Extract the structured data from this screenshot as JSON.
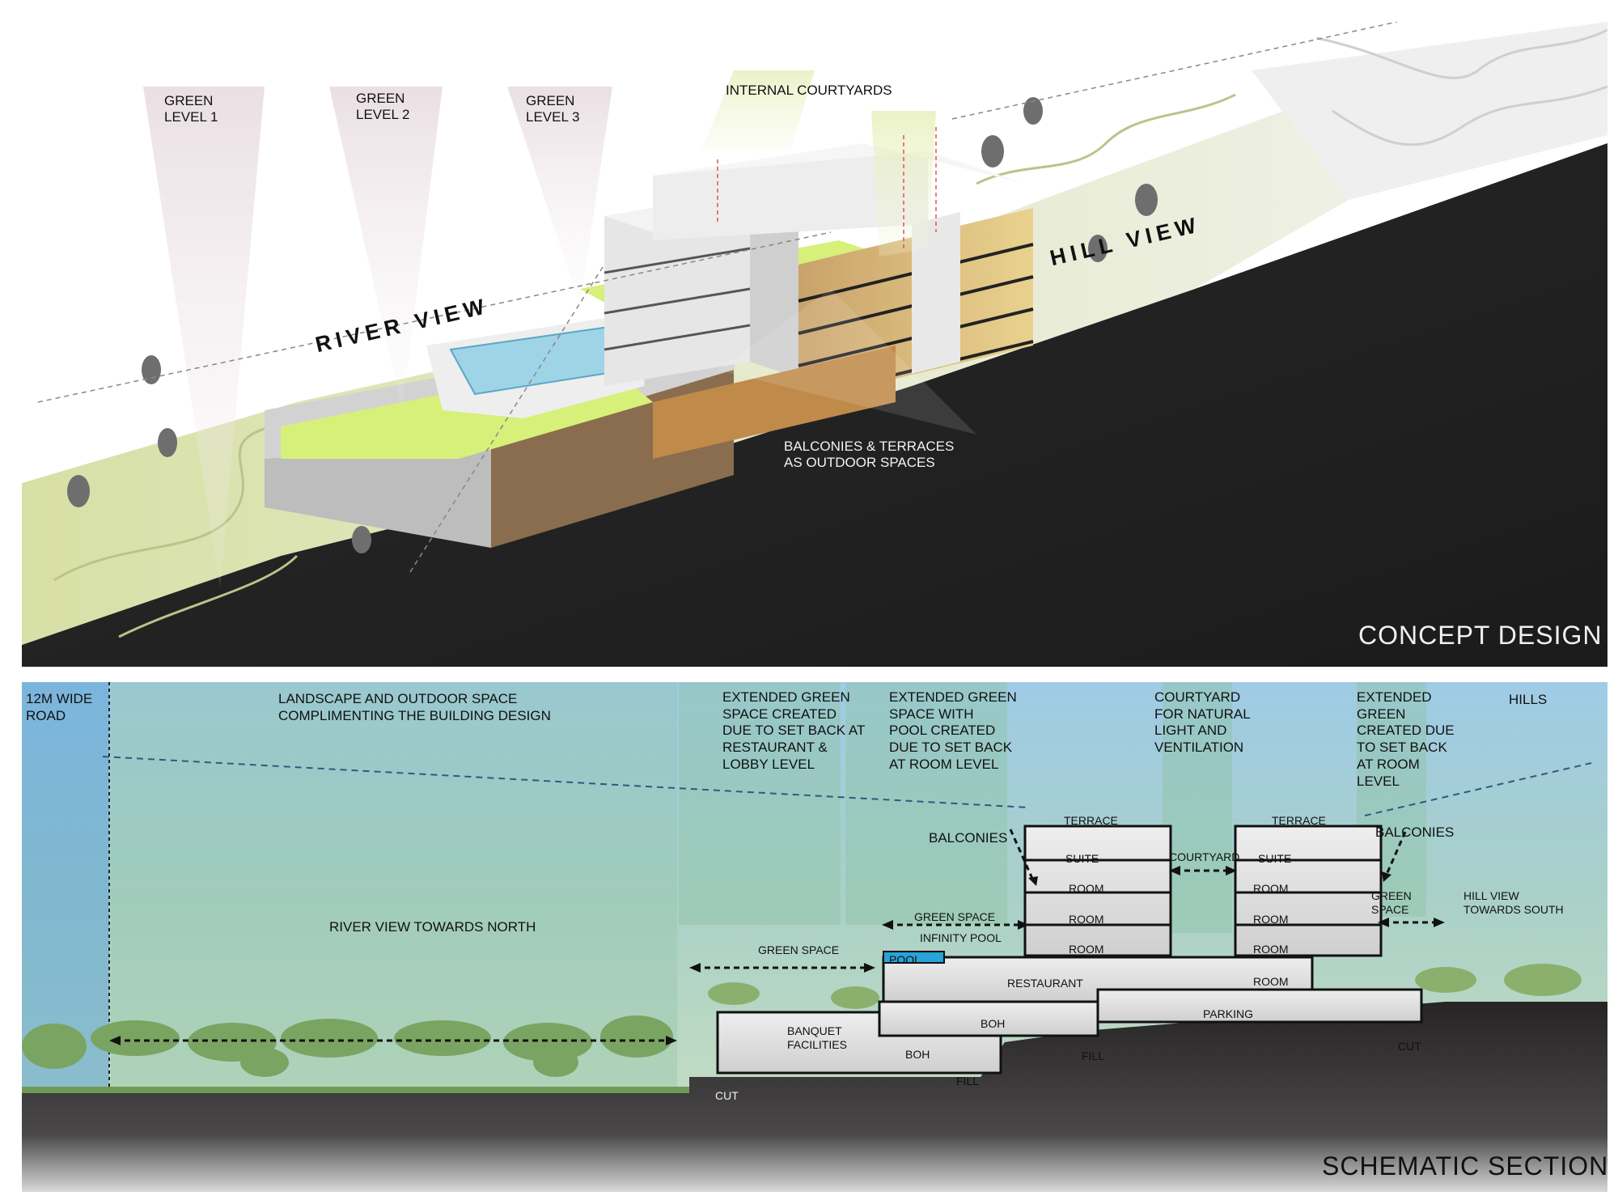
{
  "concept": {
    "title": "CONCEPT DESIGN",
    "green_level_1": "GREEN\nLEVEL 1",
    "green_level_2": "GREEN\nLEVEL 2",
    "green_level_3": "GREEN\nLEVEL 3",
    "internal_courtyards": "INTERNAL COURTYARDS",
    "river_view": "RIVER VIEW",
    "hill_view": "HILL VIEW",
    "balconies_terraces": "BALCONIES & TERRACES\nAS OUTDOOR SPACES"
  },
  "section": {
    "title": "SCHEMATIC SECTION",
    "road": "12M WIDE\nROAD",
    "landscape": "LANDSCAPE AND OUTDOOR SPACE\nCOMPLIMENTING THE BUILDING DESIGN",
    "river_view_north": "RIVER VIEW TOWARDS NORTH",
    "ext_green_restaurant": "EXTENDED GREEN\nSPACE  CREATED\nDUE TO SET BACK AT\nRESTAURANT &\nLOBBY LEVEL",
    "ext_green_pool": "EXTENDED GREEN\nSPACE WITH\nPOOL CREATED\nDUE TO SET BACK\nAT ROOM LEVEL",
    "courtyard_note": "COURTYARD\nFOR NATURAL\nLIGHT AND\nVENTILATION",
    "ext_green_room": "EXTENDED\nGREEN\nCREATED DUE\nTO SET BACK\nAT ROOM\nLEVEL",
    "hills": "HILLS",
    "terrace_left": "TERRACE",
    "terrace_right": "TERRACE",
    "suite_left": "SUITE",
    "suite_right": "SUITE",
    "courtyard": "COURTYARD",
    "room": "ROOM",
    "balconies": "BALCONIES",
    "green_space_pool": "GREEN SPACE",
    "infinity_pool": "INFINITY POOL",
    "green_space": "GREEN SPACE",
    "green_space_right": "GREEN\nSPACE",
    "hill_view_south": "HILL VIEW\nTOWARDS SOUTH",
    "pool": "POOL",
    "restaurant": "RESTAURANT",
    "banquet": "BANQUET\nFACILITIES",
    "boh": "BOH",
    "parking": "PARKING",
    "fill": "FILL",
    "cut": "CUT"
  },
  "colors": {
    "lawn": "#dfe9b8",
    "roof_green": "#d6f07a",
    "ground_dark": "#232323",
    "sky_blue": "#5fa4d6",
    "haze_green": "#8fc3a6",
    "soil": "#2b2929",
    "warm_wall": "#c9b277"
  }
}
